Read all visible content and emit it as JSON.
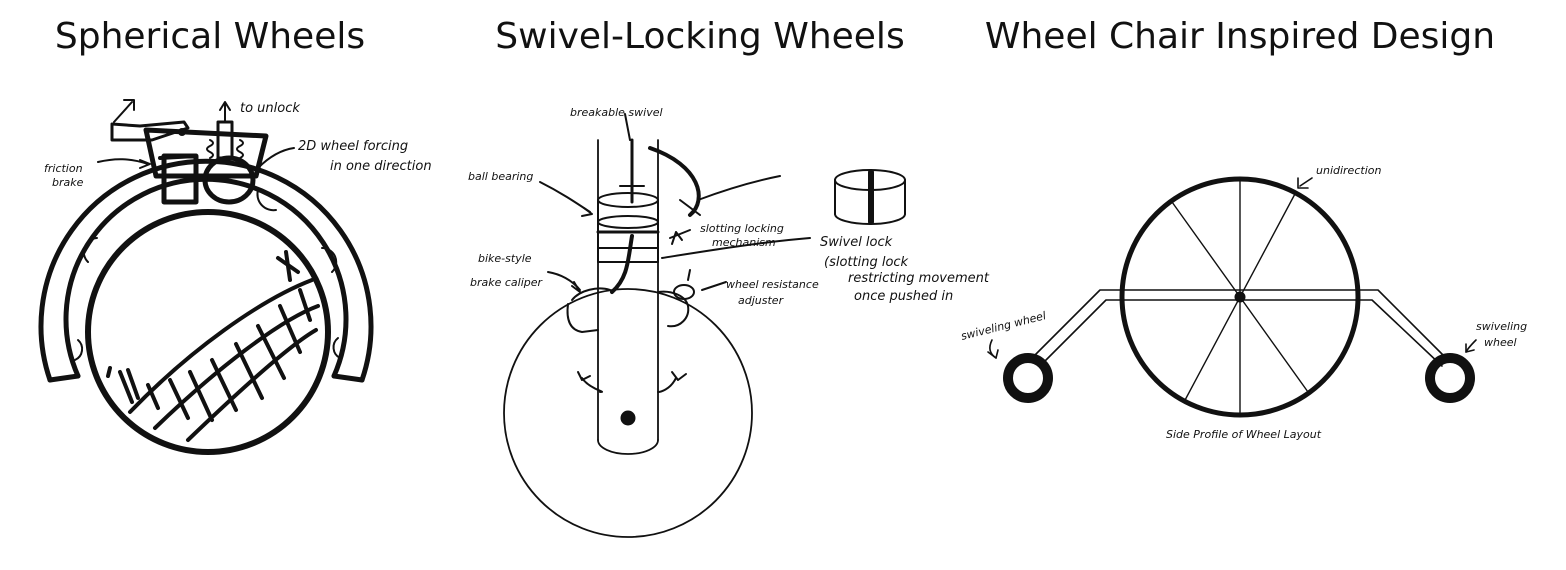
{
  "panels": [
    {
      "title": "Spherical Wheels",
      "annotations": {
        "unlock": "to unlock",
        "friction_brake_1": "friction",
        "friction_brake_2": "brake",
        "wheel_forcing_1": "2D wheel forcing",
        "wheel_forcing_2": "in one direction"
      }
    },
    {
      "title": "Swivel-Locking Wheels",
      "annotations": {
        "breakable_swivel": "breakable swivel",
        "ball_bearing": "ball bearing",
        "slotting_1": "slotting locking",
        "slotting_2": "mechanism",
        "swivel_lock_1": "Swivel lock",
        "swivel_lock_2": "(slotting lock",
        "swivel_lock_3": "restricting movement",
        "swivel_lock_4": "once pushed in",
        "bike_style_1": "bike-style",
        "bike_style_2": "brake caliper",
        "resistance_1": "wheel resistance",
        "resistance_2": "adjuster"
      }
    },
    {
      "title": "Wheel Chair Inspired Design",
      "annotations": {
        "unidirection": "unidirection",
        "swiveling_left": "swiveling wheel",
        "swiveling_right_1": "swiveling",
        "swiveling_right_2": "wheel",
        "side_profile": "Side  Profile  of  Wheel Layout"
      }
    }
  ]
}
